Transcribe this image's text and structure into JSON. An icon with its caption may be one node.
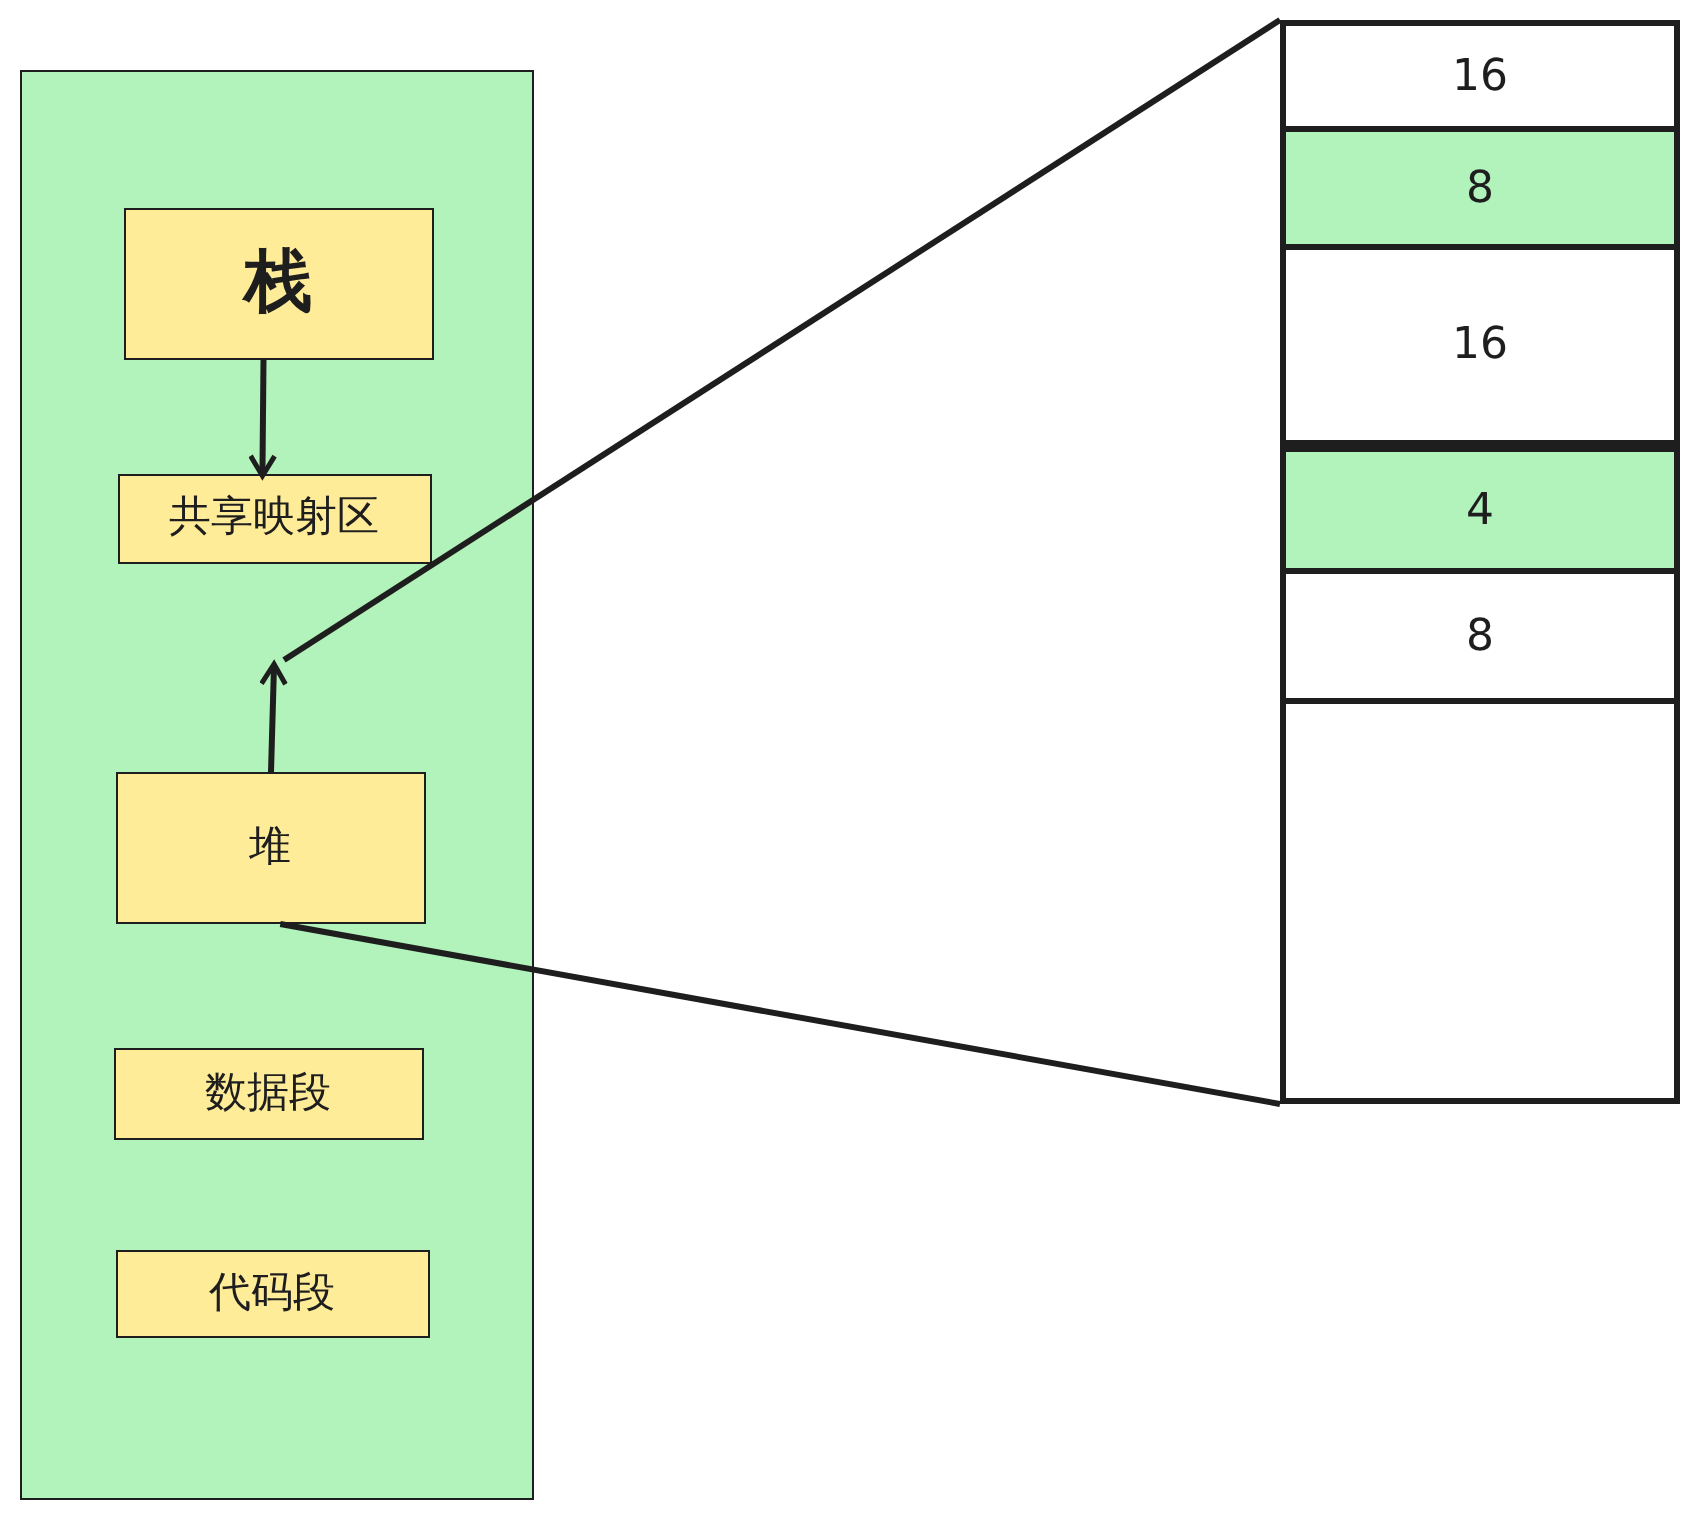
{
  "diagram": {
    "nodes": [
      {
        "text": [],
        "shape": "box"
      },
      {
        "text": [
          "栈"
        ],
        "in": 0
      },
      {
        "text": [
          "共享映射区"
        ],
        "in": 0
      },
      {
        "text": [
          "堆"
        ],
        "in": 0
      },
      {
        "text": [
          "数据段"
        ],
        "in": 0
      },
      {
        "text": [
          "代码段"
        ],
        "in": 0
      },
      {
        "text": [],
        "shape": "box"
      },
      {
        "text": [
          "16"
        ],
        "in": 6
      },
      {
        "text": [
          "8"
        ],
        "in": 6
      },
      {
        "text": [
          "16"
        ],
        "in": 6
      },
      {
        "text": [
          "4"
        ],
        "in": 6
      },
      {
        "text": [
          "8"
        ],
        "in": 6
      }
    ],
    "edges": [
      {
        "from": 1,
        "to": 2,
        "arrow": "to"
      },
      {
        "from": 3,
        "to": null,
        "arrow": "to"
      },
      {
        "from": null,
        "to": 6,
        "arrow": "none"
      },
      {
        "from": 3,
        "to": 6,
        "arrow": "none"
      }
    ]
  }
}
